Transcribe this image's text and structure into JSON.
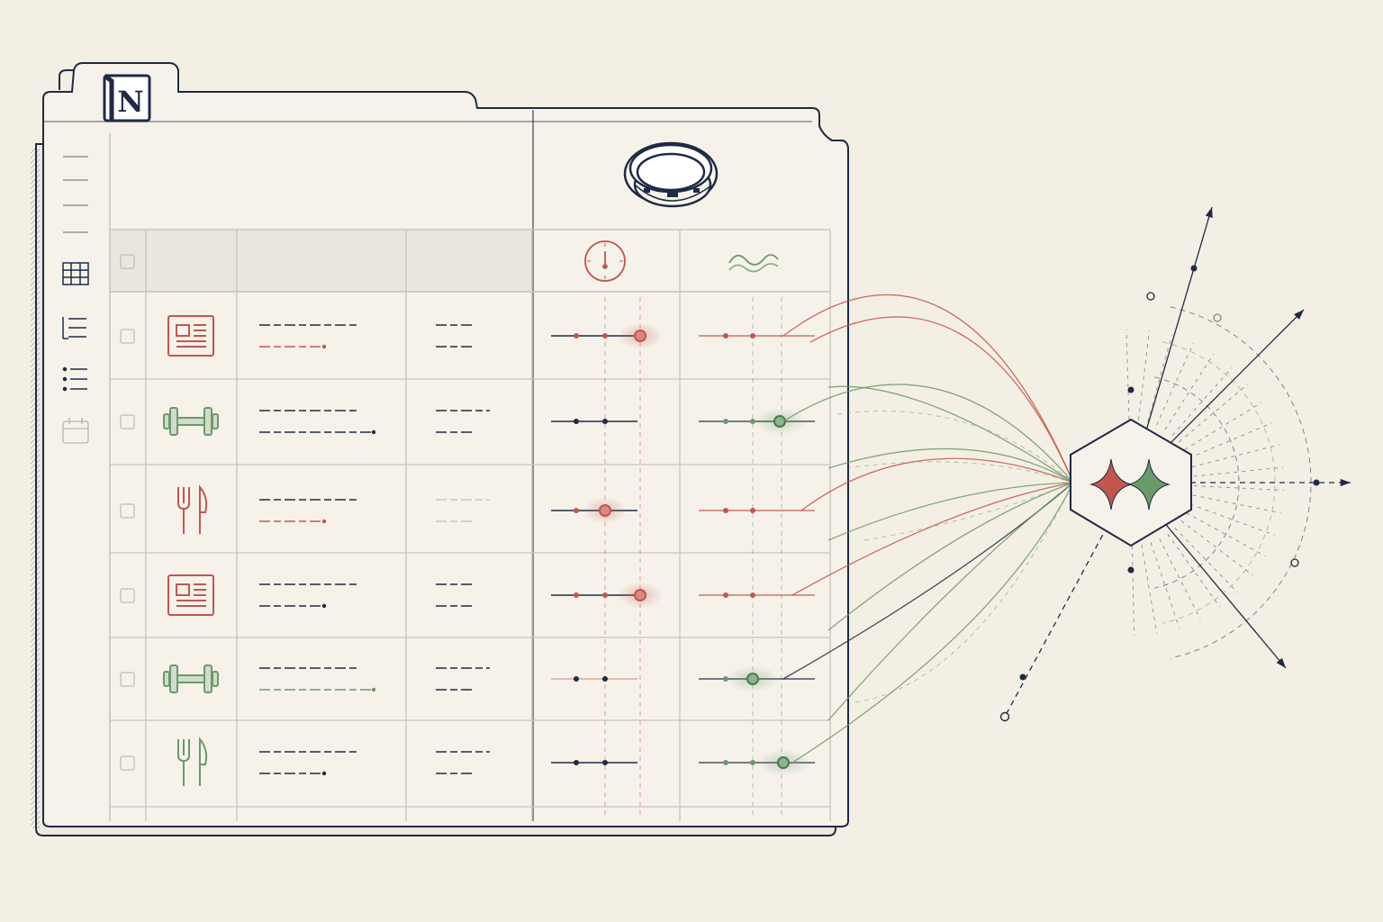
{
  "app": {
    "logo_letter": "N",
    "logo_icon": "notion-logo-icon"
  },
  "colors": {
    "background": "#f4efe4",
    "ink": "#1f2a44",
    "red": "#c0574f",
    "green": "#6b9a6a",
    "grid": "#c9c4b8",
    "panel": "#f6f2ea",
    "header_fill": "#e9e6df"
  },
  "sidebar": {
    "icons": [
      "menu-line-icon",
      "menu-line-icon",
      "menu-line-icon",
      "menu-line-icon",
      "table-view-icon",
      "list-view-icon",
      "bullet-list-icon",
      "calendar-icon"
    ]
  },
  "header": {
    "device_icon": "smart-ring-icon",
    "columns": [
      {
        "icon": "checkbox-icon"
      },
      {
        "icon": ""
      },
      {
        "icon": ""
      },
      {
        "icon": ""
      },
      {
        "icon": "clock-icon",
        "color": "red"
      },
      {
        "icon": "wave-icon",
        "color": "green"
      }
    ]
  },
  "rows": [
    {
      "icon": "journal-icon",
      "accent": "red",
      "signal": "sleep"
    },
    {
      "icon": "dumbbell-icon",
      "accent": "green",
      "signal": "activity"
    },
    {
      "icon": "fork-knife-icon",
      "accent": "red",
      "signal": "sleep"
    },
    {
      "icon": "journal-icon",
      "accent": "red",
      "signal": "sleep"
    },
    {
      "icon": "dumbbell-icon",
      "accent": "green",
      "signal": "activity"
    },
    {
      "icon": "fork-knife-icon",
      "accent": "green",
      "signal": "activity"
    }
  ],
  "hub": {
    "icon": "sparkle-hexagon-icon"
  }
}
